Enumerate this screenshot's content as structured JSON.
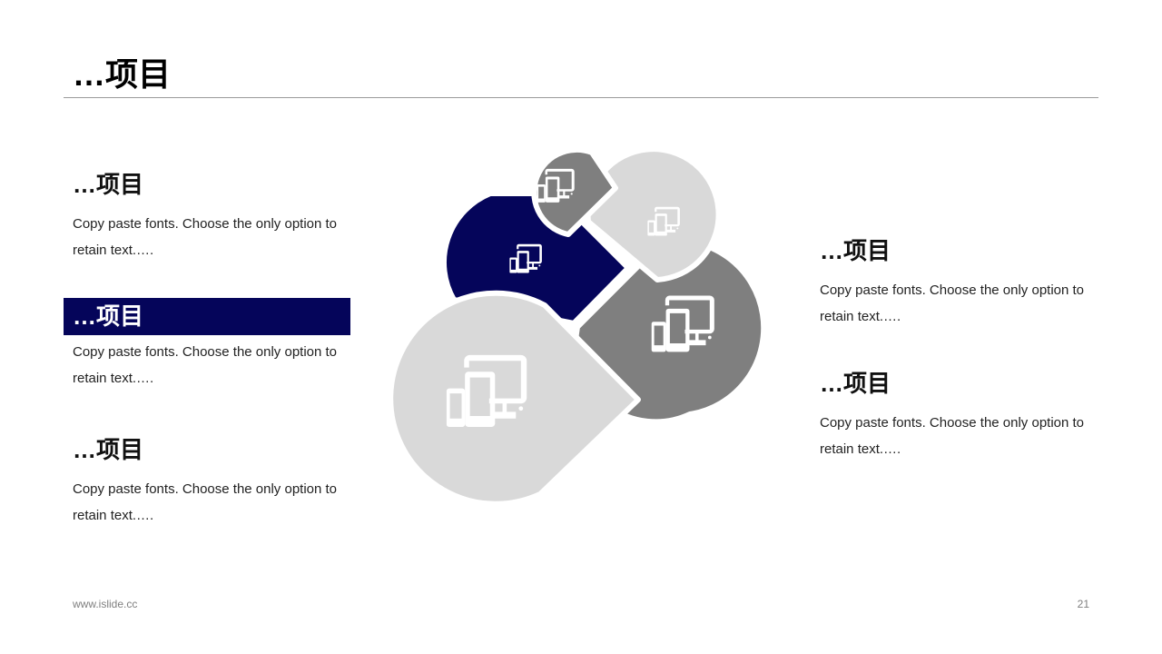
{
  "title": "…项目",
  "left_blocks": [
    {
      "heading": "…项目",
      "text": "Copy paste fonts. Choose the only option to retain text.….",
      "highlighted": false
    },
    {
      "heading": "…项目",
      "text": "Copy paste fonts. Choose the only option to retain text.….",
      "highlighted": true
    },
    {
      "heading": "…项目",
      "text": "Copy paste fonts. Choose the only option to retain text.….",
      "highlighted": false
    }
  ],
  "right_blocks": [
    {
      "heading": "…项目",
      "text": "Copy paste fonts. Choose the only option to retain text.…."
    },
    {
      "heading": "…项目",
      "text": "Copy paste fonts. Choose the only option to retain text.…."
    }
  ],
  "diagram": {
    "icon": "devices-icon",
    "colors": {
      "navy": "#05055a",
      "dark_gray": "#7f7f7f",
      "light_gray": "#d9d9d9",
      "white": "#ffffff"
    }
  },
  "footer": {
    "url": "www.islide.cc",
    "page_number": "21"
  }
}
